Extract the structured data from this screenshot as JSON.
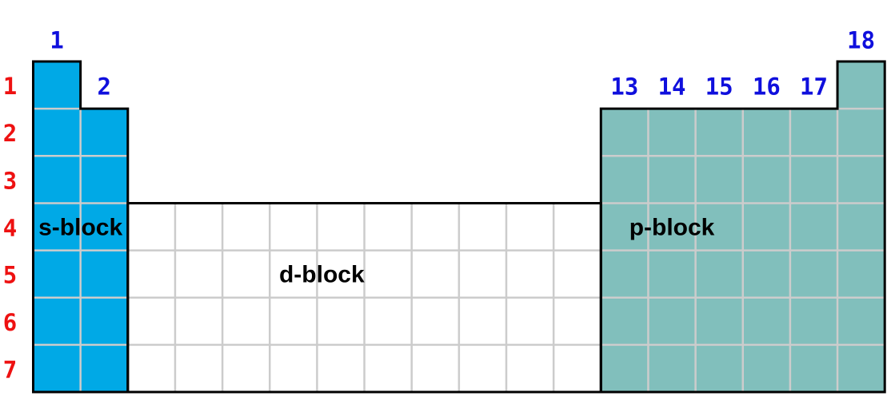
{
  "diagram": {
    "title": "periodic-table-blocks",
    "palette": {
      "background": "#ffffff",
      "grid_line": "#cccccc",
      "outline": "#000000",
      "group_number_color": "#0f0fdd",
      "period_number_color": "#ee1111",
      "block_label_color": "#000000"
    },
    "blocks": [
      {
        "id": "s",
        "label": "s-block",
        "fill": "#00a9e6",
        "label_col": 1.0,
        "label_row": 3.5,
        "columns": [
          {
            "col": 1,
            "row_start": 1
          },
          {
            "col": 2,
            "row_start": 2
          }
        ]
      },
      {
        "id": "d",
        "label": "d-block",
        "fill": "#ffffff",
        "label_col": 6.1,
        "label_row": 4.5,
        "columns": [
          {
            "col": 3,
            "row_start": 4
          },
          {
            "col": 4,
            "row_start": 4
          },
          {
            "col": 5,
            "row_start": 4
          },
          {
            "col": 6,
            "row_start": 4
          },
          {
            "col": 7,
            "row_start": 4
          },
          {
            "col": 8,
            "row_start": 4
          },
          {
            "col": 9,
            "row_start": 4
          },
          {
            "col": 10,
            "row_start": 4
          },
          {
            "col": 11,
            "row_start": 4
          },
          {
            "col": 12,
            "row_start": 4
          }
        ]
      },
      {
        "id": "p",
        "label": "p-block",
        "fill": "#81bfbc",
        "label_col": 13.5,
        "label_row": 3.5,
        "columns": [
          {
            "col": 13,
            "row_start": 2
          },
          {
            "col": 14,
            "row_start": 2
          },
          {
            "col": 15,
            "row_start": 2
          },
          {
            "col": 16,
            "row_start": 2
          },
          {
            "col": 17,
            "row_start": 2
          },
          {
            "col": 18,
            "row_start": 1
          }
        ]
      }
    ],
    "group_numbers": [
      {
        "text": "1",
        "col": 1,
        "level": "upper"
      },
      {
        "text": "2",
        "col": 2,
        "level": "lower"
      },
      {
        "text": "13",
        "col": 13,
        "level": "lower"
      },
      {
        "text": "14",
        "col": 14,
        "level": "lower"
      },
      {
        "text": "15",
        "col": 15,
        "level": "lower"
      },
      {
        "text": "16",
        "col": 16,
        "level": "lower"
      },
      {
        "text": "17",
        "col": 17,
        "level": "lower"
      },
      {
        "text": "18",
        "col": 18,
        "level": "upper"
      }
    ],
    "period_numbers": [
      {
        "text": "1",
        "row": 1
      },
      {
        "text": "2",
        "row": 2
      },
      {
        "text": "3",
        "row": 3
      },
      {
        "text": "4",
        "row": 4
      },
      {
        "text": "5",
        "row": 5
      },
      {
        "text": "6",
        "row": 6
      },
      {
        "text": "7",
        "row": 7
      }
    ]
  }
}
